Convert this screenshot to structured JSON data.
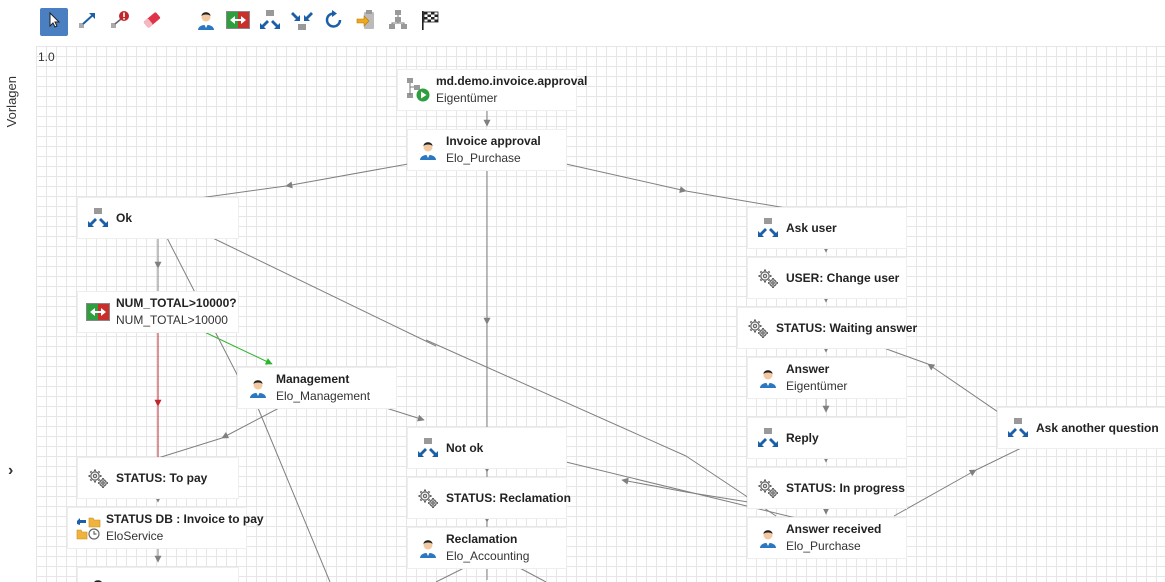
{
  "side_label": "Vorlagen",
  "version": "1.0",
  "toolbar": [
    {
      "name": "select-tool",
      "icon": "cursor-icon",
      "active": true
    },
    {
      "name": "connect-tool",
      "icon": "connector-icon"
    },
    {
      "name": "error-connect-tool",
      "icon": "error-connector-icon"
    },
    {
      "name": "eraser-tool",
      "icon": "eraser-icon"
    },
    {
      "name": "person-node-tool",
      "icon": "person-icon"
    },
    {
      "name": "condition-node-tool",
      "icon": "condition-icon"
    },
    {
      "name": "split-node-tool",
      "icon": "split-icon"
    },
    {
      "name": "merge-node-tool",
      "icon": "merge-icon"
    },
    {
      "name": "cycle-node-tool",
      "icon": "cycle-icon"
    },
    {
      "name": "forward-node-tool",
      "icon": "forward-icon"
    },
    {
      "name": "subworkflow-node-tool",
      "icon": "subworkflow-icon"
    },
    {
      "name": "end-node-tool",
      "icon": "checkered-flag-icon"
    }
  ],
  "nodes": [
    {
      "id": "start",
      "type": "start",
      "title": "md.demo.invoice.approval",
      "subtitle": "Eigentümer"
    },
    {
      "id": "invoice_approval",
      "type": "person",
      "title": "Invoice approval",
      "subtitle": "Elo_Purchase"
    },
    {
      "id": "ok",
      "type": "split",
      "title": "Ok",
      "subtitle": ""
    },
    {
      "id": "ask_user",
      "type": "split",
      "title": "Ask user",
      "subtitle": ""
    },
    {
      "id": "user_change",
      "type": "gear",
      "title": "USER: Change user",
      "subtitle": ""
    },
    {
      "id": "num_total",
      "type": "condition",
      "title": "NUM_TOTAL>10000?",
      "subtitle": "NUM_TOTAL>10000"
    },
    {
      "id": "status_waiting",
      "type": "gear",
      "title": "STATUS: Waiting answer",
      "subtitle": ""
    },
    {
      "id": "management",
      "type": "person",
      "title": "Management",
      "subtitle": "Elo_Management"
    },
    {
      "id": "answer",
      "type": "person",
      "title": "Answer",
      "subtitle": "Eigentümer"
    },
    {
      "id": "ask_another",
      "type": "split",
      "title": "Ask another question",
      "subtitle": ""
    },
    {
      "id": "not_ok",
      "type": "split",
      "title": "Not ok",
      "subtitle": ""
    },
    {
      "id": "reply",
      "type": "split",
      "title": "Reply",
      "subtitle": ""
    },
    {
      "id": "status_topay",
      "type": "gear",
      "title": "STATUS: To pay",
      "subtitle": ""
    },
    {
      "id": "status_reclamation",
      "type": "gear",
      "title": "STATUS: Reclamation",
      "subtitle": ""
    },
    {
      "id": "status_inprogress",
      "type": "gear",
      "title": "STATUS: In progress",
      "subtitle": ""
    },
    {
      "id": "status_db",
      "type": "db",
      "title": "STATUS DB : Invoice to pay",
      "subtitle": "EloService"
    },
    {
      "id": "reclamation",
      "type": "person",
      "title": "Reclamation",
      "subtitle": "Elo_Accounting"
    },
    {
      "id": "answer_received",
      "type": "person",
      "title": "Answer received",
      "subtitle": "Elo_Purchase"
    },
    {
      "id": "to_pay",
      "type": "person",
      "title": "To pay",
      "subtitle": ""
    }
  ],
  "colors": {
    "edge": "#808080",
    "true_edge": "#2db52d",
    "false_edge": "#c0272d",
    "accent": "#4a7fc1"
  }
}
